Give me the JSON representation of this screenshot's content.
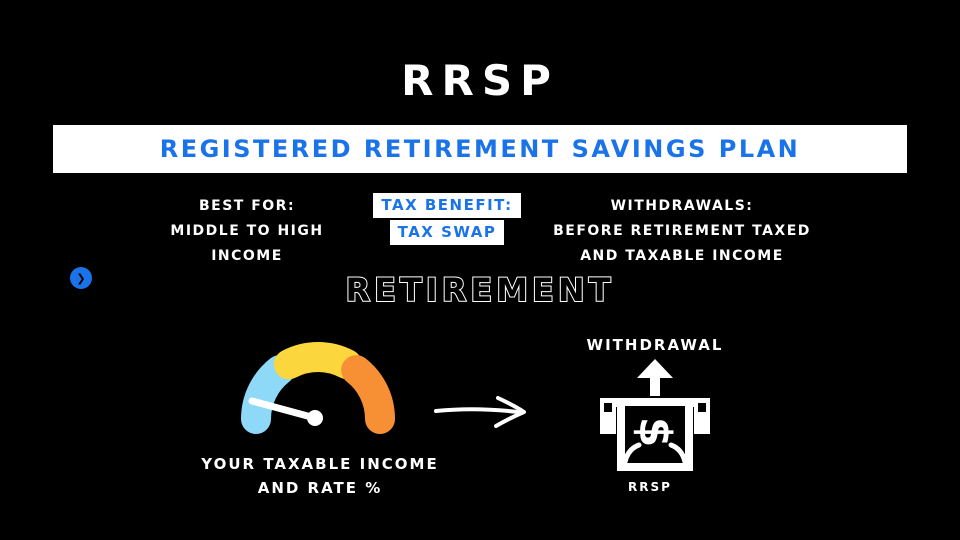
{
  "title": "RRSP",
  "banner": {
    "text": "REGISTERED RETIREMENT SAVINGS PLAN",
    "bg": "#ffffff",
    "text_color": "#1a73e8"
  },
  "info_columns": {
    "best_for": {
      "lines": [
        "BEST FOR:",
        "MIDDLE TO HIGH",
        "INCOME"
      ]
    },
    "tax_benefit": {
      "lines": [
        "TAX BENEFIT:",
        "TAX SWAP"
      ],
      "bg": "#ffffff",
      "text_color": "#1a73e8"
    },
    "withdrawals": {
      "lines": [
        "WITHDRAWALS:",
        "BEFORE RETIREMENT TAXED",
        "AND TAXABLE INCOME"
      ]
    }
  },
  "bullet": {
    "icon": "chevron-right-circle-icon",
    "glyph": "❯",
    "color": "#1a73e8"
  },
  "section_heading": "RETIREMENT",
  "gauge": {
    "caption_lines": [
      "YOUR TAXABLE INCOME",
      "AND RATE %"
    ],
    "segments": {
      "low_color": "#8ed8f8",
      "mid_color": "#fbd63c",
      "high_color": "#f78f35"
    },
    "needle_color": "#ffffff"
  },
  "flow": {
    "arrow_icon": "right-arrow-icon",
    "arrow_color": "#ffffff"
  },
  "withdrawal_box": {
    "title": "WITHDRAWAL",
    "caption": "RRSP",
    "currency_symbol": "$",
    "icon": "cash-withdrawal-icon",
    "icon_color": "#ffffff"
  },
  "colors": {
    "background": "#000000",
    "text": "#ffffff"
  }
}
